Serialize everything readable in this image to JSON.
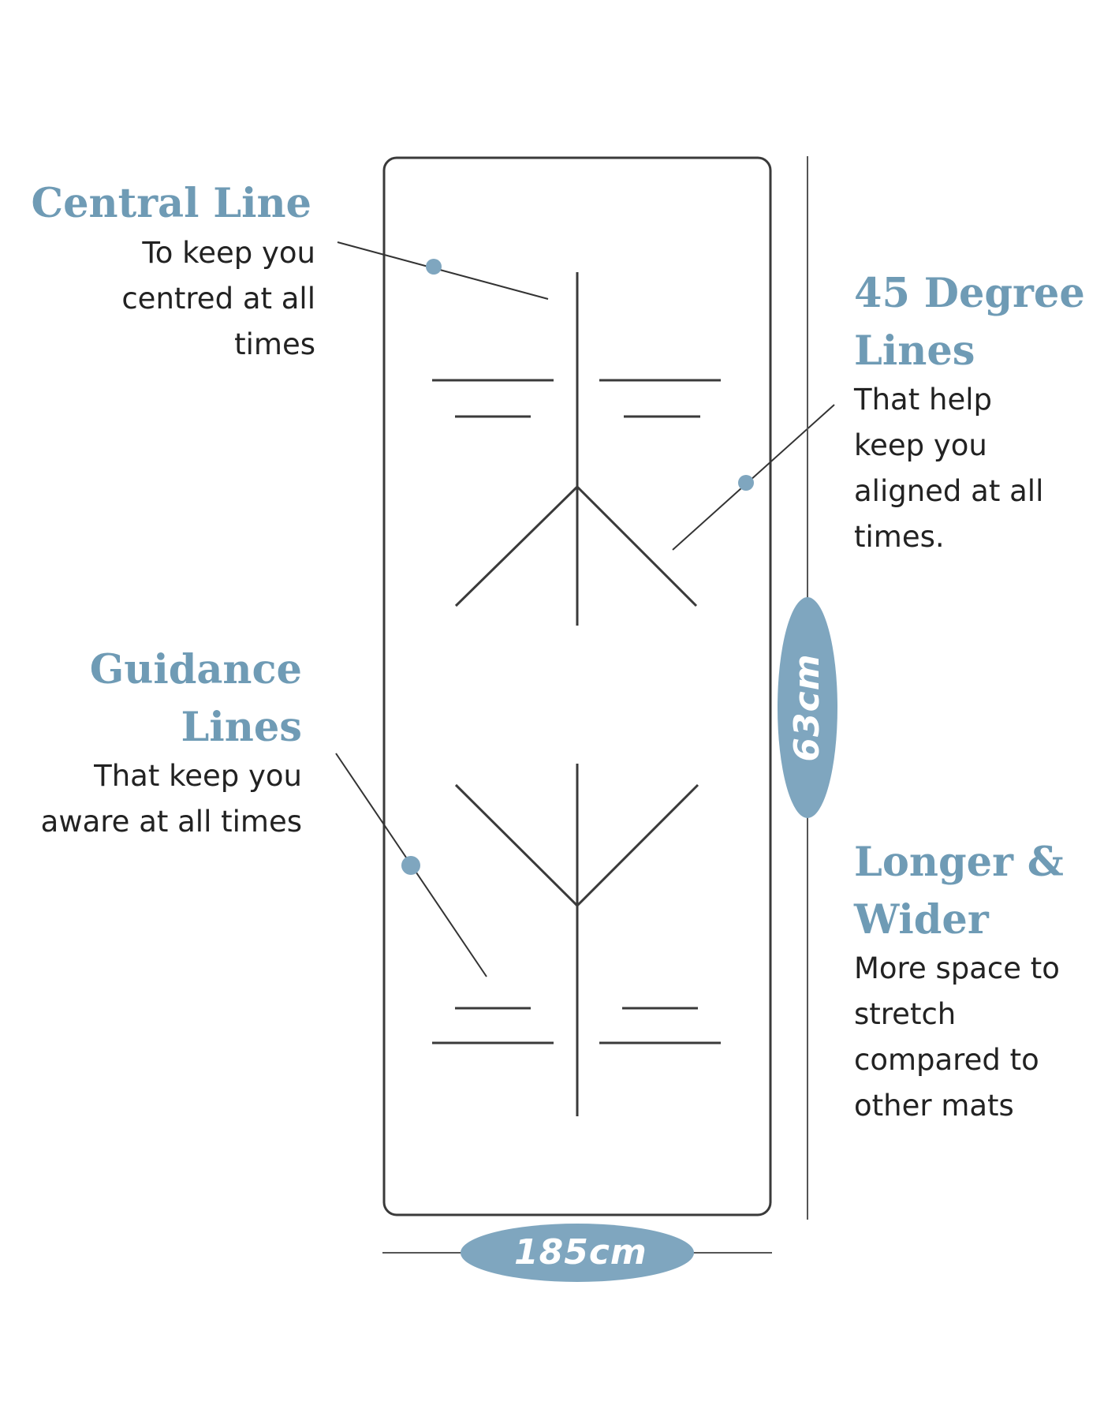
{
  "callouts": {
    "central": {
      "title_1": "Central Line",
      "desc_1": "To keep you",
      "desc_2": "centred at all",
      "desc_3": "times"
    },
    "degree": {
      "title_1": "45 Degree",
      "title_2": "Lines",
      "desc_1": "That help",
      "desc_2": "keep you",
      "desc_3": "aligned at all",
      "desc_4": "times."
    },
    "guidance": {
      "title_1": "Guidance",
      "title_2": "Lines",
      "desc_1": "That keep you",
      "desc_2": "aware at all times"
    },
    "longer": {
      "title_1": "Longer &",
      "title_2": "Wider",
      "desc_1": "More space to",
      "desc_2": "stretch",
      "desc_3": "compared to",
      "desc_4": "other mats"
    }
  },
  "dimensions": {
    "length": "185cm",
    "width": "63cm"
  },
  "colors": {
    "accent": "#7fa6bf",
    "title": "#6f9bb5",
    "line": "#3a3a3a"
  }
}
